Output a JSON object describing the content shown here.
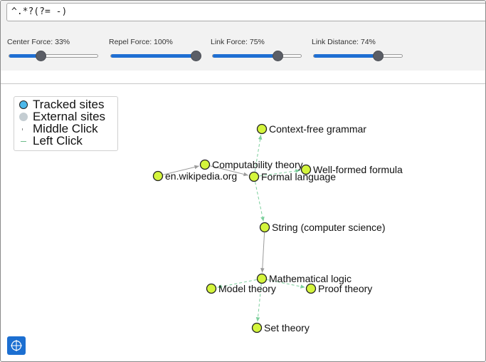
{
  "search": {
    "value": "^.*?(?= -)"
  },
  "sliders": [
    {
      "label": "Center Force: 33%",
      "value": 0.33
    },
    {
      "label": "Repel Force: 100%",
      "value": 1.0
    },
    {
      "label": "Link Force: 75%",
      "value": 0.75
    },
    {
      "label": "Link Distance: 74%",
      "value": 0.74
    }
  ],
  "legend": {
    "tracked": "Tracked sites",
    "external": "External sites",
    "middle": "Middle Click",
    "left": "Left Click"
  },
  "graph": {
    "nodes": [
      {
        "id": "cfg",
        "label": "Context-free grammar"
      },
      {
        "id": "comp",
        "label": "Computability theory"
      },
      {
        "id": "wff",
        "label": "Well-formed formula"
      },
      {
        "id": "wiki",
        "label": "en.wikipedia.org"
      },
      {
        "id": "fl",
        "label": "Formal language"
      },
      {
        "id": "str",
        "label": "String (computer science)"
      },
      {
        "id": "ml",
        "label": "Mathematical logic"
      },
      {
        "id": "mt",
        "label": "Model theory"
      },
      {
        "id": "pt",
        "label": "Proof theory"
      },
      {
        "id": "st",
        "label": "Set theory"
      }
    ],
    "edges": [
      {
        "from": "wiki",
        "to": "comp",
        "type": "middle"
      },
      {
        "from": "comp",
        "to": "fl",
        "type": "middle"
      },
      {
        "from": "fl",
        "to": "cfg",
        "type": "left"
      },
      {
        "from": "fl",
        "to": "wff",
        "type": "left"
      },
      {
        "from": "fl",
        "to": "str",
        "type": "left"
      },
      {
        "from": "str",
        "to": "ml",
        "type": "middle"
      },
      {
        "from": "ml",
        "to": "mt",
        "type": "left"
      },
      {
        "from": "ml",
        "to": "pt",
        "type": "left"
      },
      {
        "from": "ml",
        "to": "st",
        "type": "left"
      }
    ]
  },
  "colors": {
    "node_fill": "#d4f53c",
    "node_stroke": "#222222",
    "middle_edge": "#9a9a9a",
    "left_edge": "#7ccf9c",
    "accent": "#1f6fd3"
  },
  "icons": {
    "recenter": "compass-icon"
  }
}
